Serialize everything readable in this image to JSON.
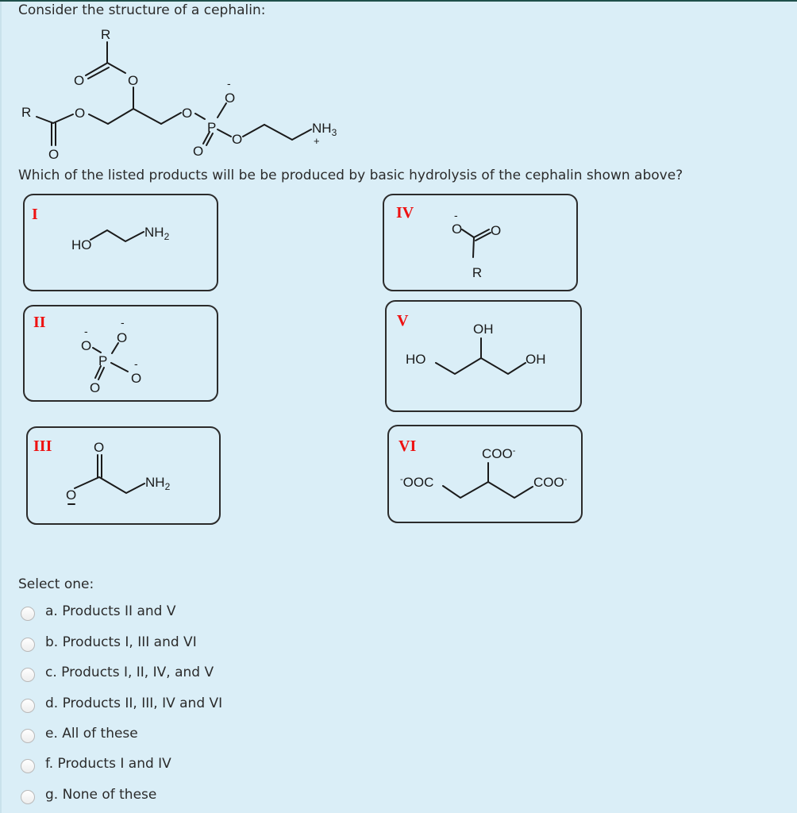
{
  "question": {
    "intro": "Consider the structure of a cephalin:",
    "prompt": "Which of the listed products will be be produced by basic hydrolysis of the cephalin shown above?"
  },
  "cephalin_structure": {
    "labels": {
      "r_top": "R",
      "r_left": "R",
      "o_carbonyl_top": "O",
      "o_ester_top": "O",
      "o_ester_left": "O",
      "o_carbonyl_left": "O",
      "o_link": "O",
      "o_minus": "O",
      "p": "P",
      "o_double": "O",
      "o_ethyl": "O",
      "nh3": "NH",
      "nh3_sub": "3",
      "plus": "+",
      "minus": "-"
    }
  },
  "products": [
    {
      "numeral": "I",
      "name": "ethanolamine",
      "labels": {
        "ho": "HO",
        "nh2": "NH",
        "sub": "2"
      }
    },
    {
      "numeral": "II",
      "name": "phosphate",
      "labels": {
        "o1": "O",
        "o2": "O",
        "o3": "O",
        "o4": "O",
        "p": "P",
        "minus": "-"
      }
    },
    {
      "numeral": "III",
      "name": "glycinate",
      "labels": {
        "o_top": "O",
        "o_bottom": "O",
        "nh2": "NH",
        "sub": "2",
        "minus": "-"
      }
    },
    {
      "numeral": "IV",
      "name": "carboxylate",
      "labels": {
        "o_minus": "O",
        "o_double": "O",
        "r": "R",
        "minus": "-"
      }
    },
    {
      "numeral": "V",
      "name": "glycerol",
      "labels": {
        "oh_top": "OH",
        "ho_left": "HO",
        "oh_right": "OH"
      }
    },
    {
      "numeral": "VI",
      "name": "tricarboxylate",
      "labels": {
        "coo_top": "COO",
        "ooc_left": "OOC",
        "coo_right": "COO",
        "minus": "-"
      }
    }
  ],
  "answer": {
    "select_label": "Select one:",
    "options": [
      {
        "letter": "a.",
        "text": "a. Products II and V"
      },
      {
        "letter": "b.",
        "text": "b. Products I, III and VI"
      },
      {
        "letter": "c.",
        "text": "c. Products I, II, IV, and V"
      },
      {
        "letter": "d.",
        "text": "d. Products II, III, IV and VI"
      },
      {
        "letter": "e.",
        "text": "e. All of these"
      },
      {
        "letter": "f.",
        "text": "f. Products I and IV"
      },
      {
        "letter": "g.",
        "text": "g. None of these"
      }
    ],
    "selected": null
  },
  "colors": {
    "background": "#daeef7",
    "numeral": "#ee1111",
    "border": "#2b2b2b",
    "topbar": "#1f4f4a"
  }
}
